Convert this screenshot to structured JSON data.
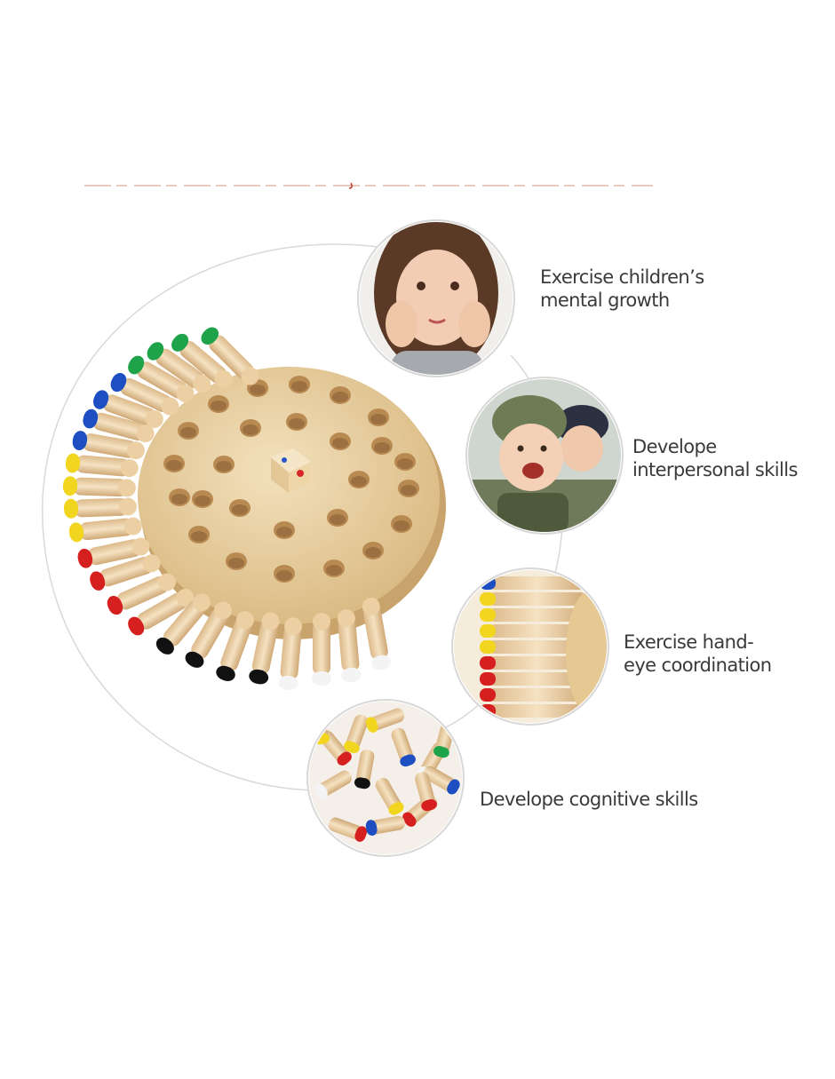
{
  "features": [
    {
      "label": "Exercise children’s\nmental growth",
      "icon": "girl-thinking-photo"
    },
    {
      "label": "Develope\ninterpersonal skills",
      "icon": "kids-laughing-photo"
    },
    {
      "label": "Exercise hand-\neye coordination",
      "icon": "colored-pegs-closeup-photo"
    },
    {
      "label": "Develope cognitive skills",
      "icon": "scattered-pegs-photo"
    }
  ],
  "peg_colors": [
    "#1fa34a",
    "#1d4fc2",
    "#f2d51f",
    "#d61f1f",
    "#111111",
    "#f4f4f4"
  ],
  "wood_color": "#ecd4a8"
}
